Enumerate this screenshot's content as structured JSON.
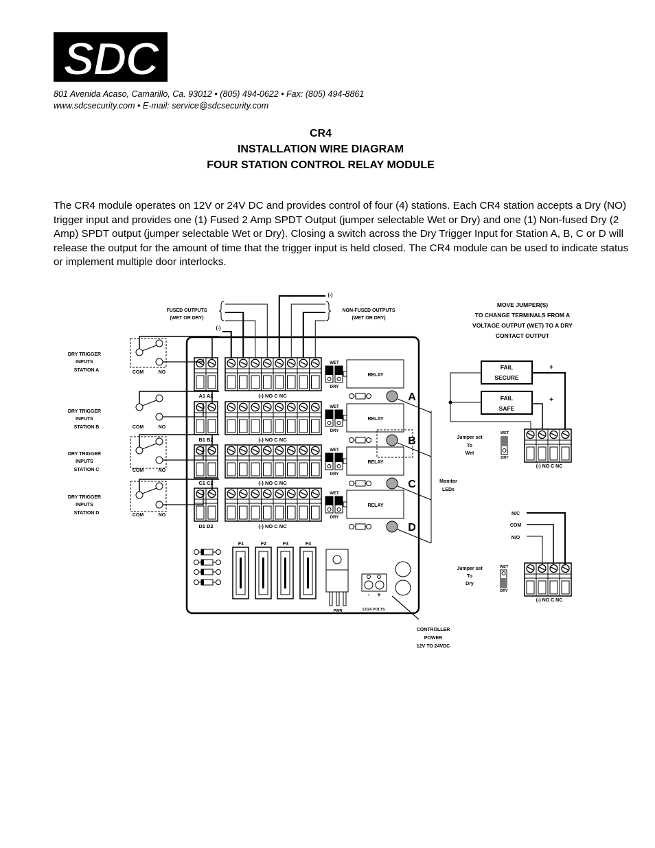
{
  "header": {
    "logo_text": "SDC",
    "address_line": "801 Avenida Acaso, Camarillo, Ca. 93012  •  (805) 494-0622  •  Fax: (805) 494-8861",
    "web_line": "www.sdcsecurity.com  •  E-mail: service@sdcsecurity.com"
  },
  "title": {
    "model": "CR4",
    "line1": "INSTALLATION WIRE DIAGRAM",
    "line2": "FOUR STATION CONTROL RELAY MODULE"
  },
  "intro": "The CR4 module operates on 12V or 24V DC and provides control of four (4) stations.  Each CR4 station accepts a Dry (NO) trigger input and provides one (1) Fused 2 Amp  SPDT Output (jumper selectable Wet or Dry) and one (1) Non-fused Dry (2 Amp) SPDT output (jumper selectable Wet or Dry). Closing a switch across the Dry Trigger Input for Station A, B, C or D will release the output for the amount of time that the trigger input is held closed. The CR4 module can be used to indicate status or implement multiple door interlocks.",
  "diagram": {
    "fused_outputs": [
      "FUSED OUTPUTS",
      "(WET OR DRY)"
    ],
    "non_fused_outputs": [
      "NON-FUSED OUTPUTS",
      "(WET OR DRY)"
    ],
    "neg_label": "(-)",
    "trigger_label": [
      "DRY TRIGGER",
      "INPUTS"
    ],
    "com": "COM",
    "no": "NO",
    "stations": [
      {
        "letter": "A",
        "station": "STATION A",
        "terminals": "A1  A2"
      },
      {
        "letter": "B",
        "station": "STATION B",
        "terminals": "B1  B2"
      },
      {
        "letter": "C",
        "station": "STATION C",
        "terminals": "C1  C2"
      },
      {
        "letter": "D",
        "station": "STATION D",
        "terminals": "D1  D2"
      }
    ],
    "output_terminals": "(-)  NO   C   NC",
    "wet": "WET",
    "dry": "DRY",
    "relay": "RELAY",
    "fuses": [
      "F1",
      "F2",
      "F3",
      "F4"
    ],
    "pwr": "PWR",
    "volts": "12/24 VOLTS",
    "power_polarity": [
      "-",
      "+"
    ],
    "controller_power": [
      "CONTROLLER",
      "POWER",
      "12V TO 24VDC"
    ],
    "monitor_leds": [
      "Monitor",
      "LEDs"
    ],
    "move_jumper": [
      "MOVE JUMPER(S)",
      "TO CHANGE TERMINALS FROM A",
      "VOLTAGE OUTPUT (WET) TO A DRY",
      "CONTACT OUTPUT"
    ],
    "fail_secure": [
      "FAIL",
      "SECURE"
    ],
    "fail_safe": [
      "FAIL",
      "SAFE"
    ],
    "plus": "+",
    "jumper_wet": [
      "Jumper set",
      "To",
      "Wet"
    ],
    "jumper_dry": [
      "Jumper set",
      "To",
      "Dry"
    ],
    "example_terminals": "(-)  NO   C   NC",
    "nc": "N/C",
    "com_out": "COM",
    "no_out": "N/O"
  },
  "colors": {
    "led": "#a6a6a6",
    "ink": "#000000"
  }
}
